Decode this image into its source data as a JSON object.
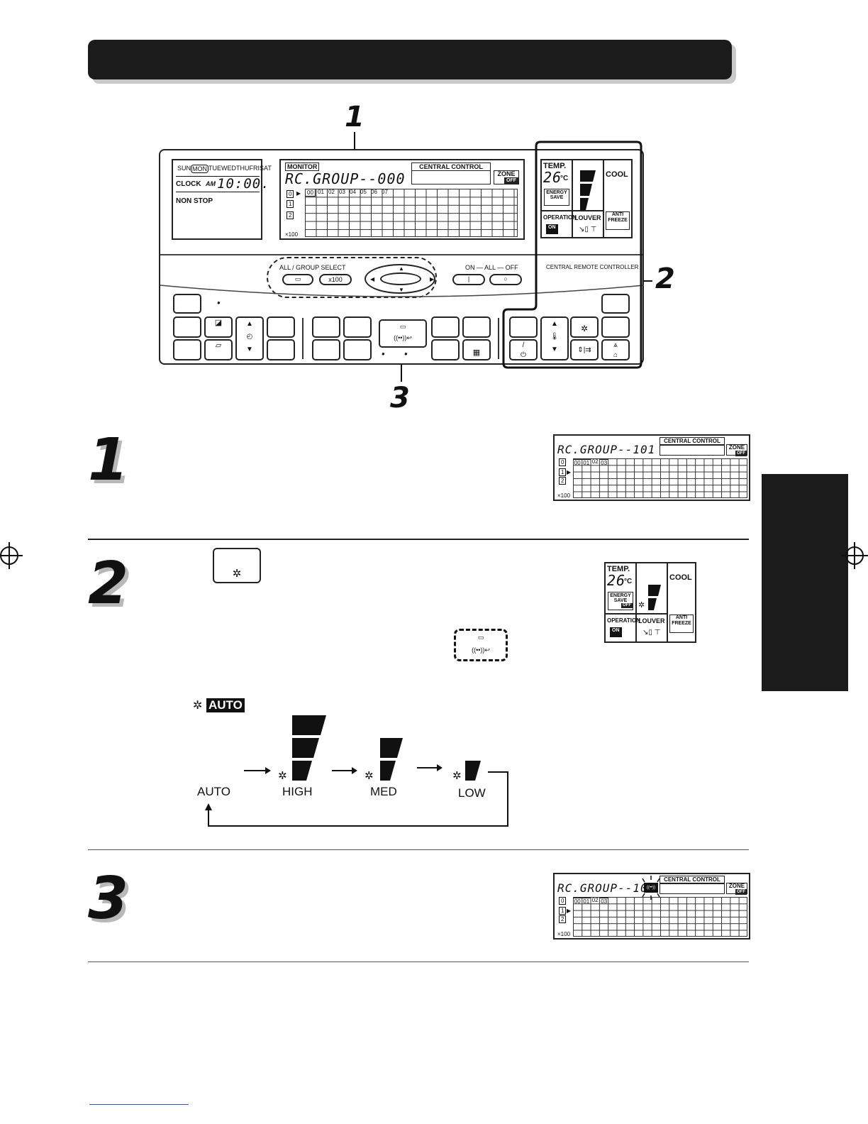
{
  "callouts": [
    "1",
    "2",
    "3"
  ],
  "controller": {
    "days": [
      "SUN",
      "MON",
      "TUE",
      "WED",
      "THU",
      "FRI",
      "SAT"
    ],
    "clock_label": "CLOCK",
    "am_label": "AM",
    "clock_time": "10:00.",
    "nonstop_label": "NON STOP",
    "monitor_label": "MONITOR",
    "group_text": "RC.GROUP--000",
    "central_control_label": "CENTRAL CONTROL",
    "zone_label": "ZONE",
    "off_label": "OFF",
    "group_columns": [
      "00",
      "01",
      "02",
      "03",
      "04",
      "05",
      "06",
      "07"
    ],
    "row_indices": [
      "0",
      "1",
      "2"
    ],
    "x100_label": "×100",
    "temp_label": "TEMP.",
    "temp_value": "26",
    "temp_unit": "°C",
    "cool_label": "COOL",
    "energy_save_label": "ENERGY SAVE",
    "operation_label": "OPERATION",
    "on_label": "ON",
    "louver_label": "LOUVER",
    "antifreeze_label": "ANTI FREEZE",
    "all_group_select_label": "ALL / GROUP   SELECT",
    "x100_button_label": "x100",
    "on_all_off_label": "ON — ALL — OFF",
    "brand_label": "CENTRAL REMOTE CONTROLLER"
  },
  "steps": [
    {
      "number": "1",
      "display": {
        "group_text": "RC.GROUP--101",
        "central_control_label": "CENTRAL CONTROL",
        "zone_label": "ZONE",
        "off_label": "OFF",
        "group_columns": [
          "00",
          "01",
          "02",
          "03"
        ],
        "row_indices": [
          "0",
          "1",
          "2"
        ],
        "x100_label": "×100"
      }
    },
    {
      "number": "2",
      "auto_badge": "AUTO",
      "display": {
        "temp_label": "TEMP.",
        "temp_value": "26",
        "temp_unit": "°C",
        "cool_label": "COOL",
        "energy_save_label": "ENERGY SAVE",
        "off_label": "OFF",
        "operation_label": "OPERATION",
        "on_label": "ON",
        "louver_label": "LOUVER",
        "antifreeze_label": "ANTI FREEZE"
      },
      "flow": [
        "AUTO",
        "HIGH",
        "MED",
        "LOW"
      ]
    },
    {
      "number": "3",
      "display": {
        "group_text": "RC.GROUP--101",
        "central_control_label": "CENTRAL CONTROL",
        "zone_label": "ZONE",
        "off_label": "OFF",
        "group_columns": [
          "00",
          "01",
          "02",
          "03"
        ],
        "row_indices": [
          "0",
          "1",
          "2"
        ],
        "x100_label": "×100"
      }
    }
  ]
}
